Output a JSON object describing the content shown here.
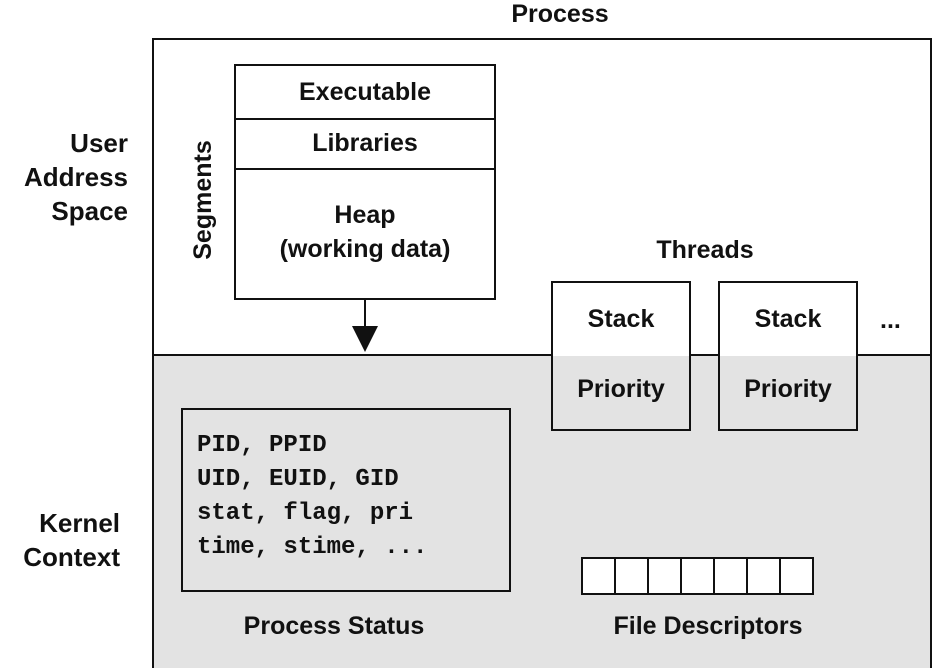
{
  "title": "Process",
  "regions": {
    "user_space": "User\nAddress\nSpace",
    "kernel_context": "Kernel\nContext"
  },
  "segments": {
    "label": "Segments",
    "items": [
      "Executable",
      "Libraries",
      "Heap\n(working data)"
    ]
  },
  "threads": {
    "label": "Threads",
    "items": [
      {
        "stack": "Stack",
        "priority": "Priority"
      },
      {
        "stack": "Stack",
        "priority": "Priority"
      }
    ],
    "more": "..."
  },
  "process_status": {
    "lines": [
      "PID, PPID",
      "UID, EUID, GID",
      "stat, flag, pri",
      "time, stime, ..."
    ],
    "label": "Process Status"
  },
  "file_descriptors": {
    "label": "File Descriptors",
    "slot_count": 7
  },
  "colors": {
    "kernel_fill": "#e3e3e3",
    "stroke": "#111111"
  }
}
